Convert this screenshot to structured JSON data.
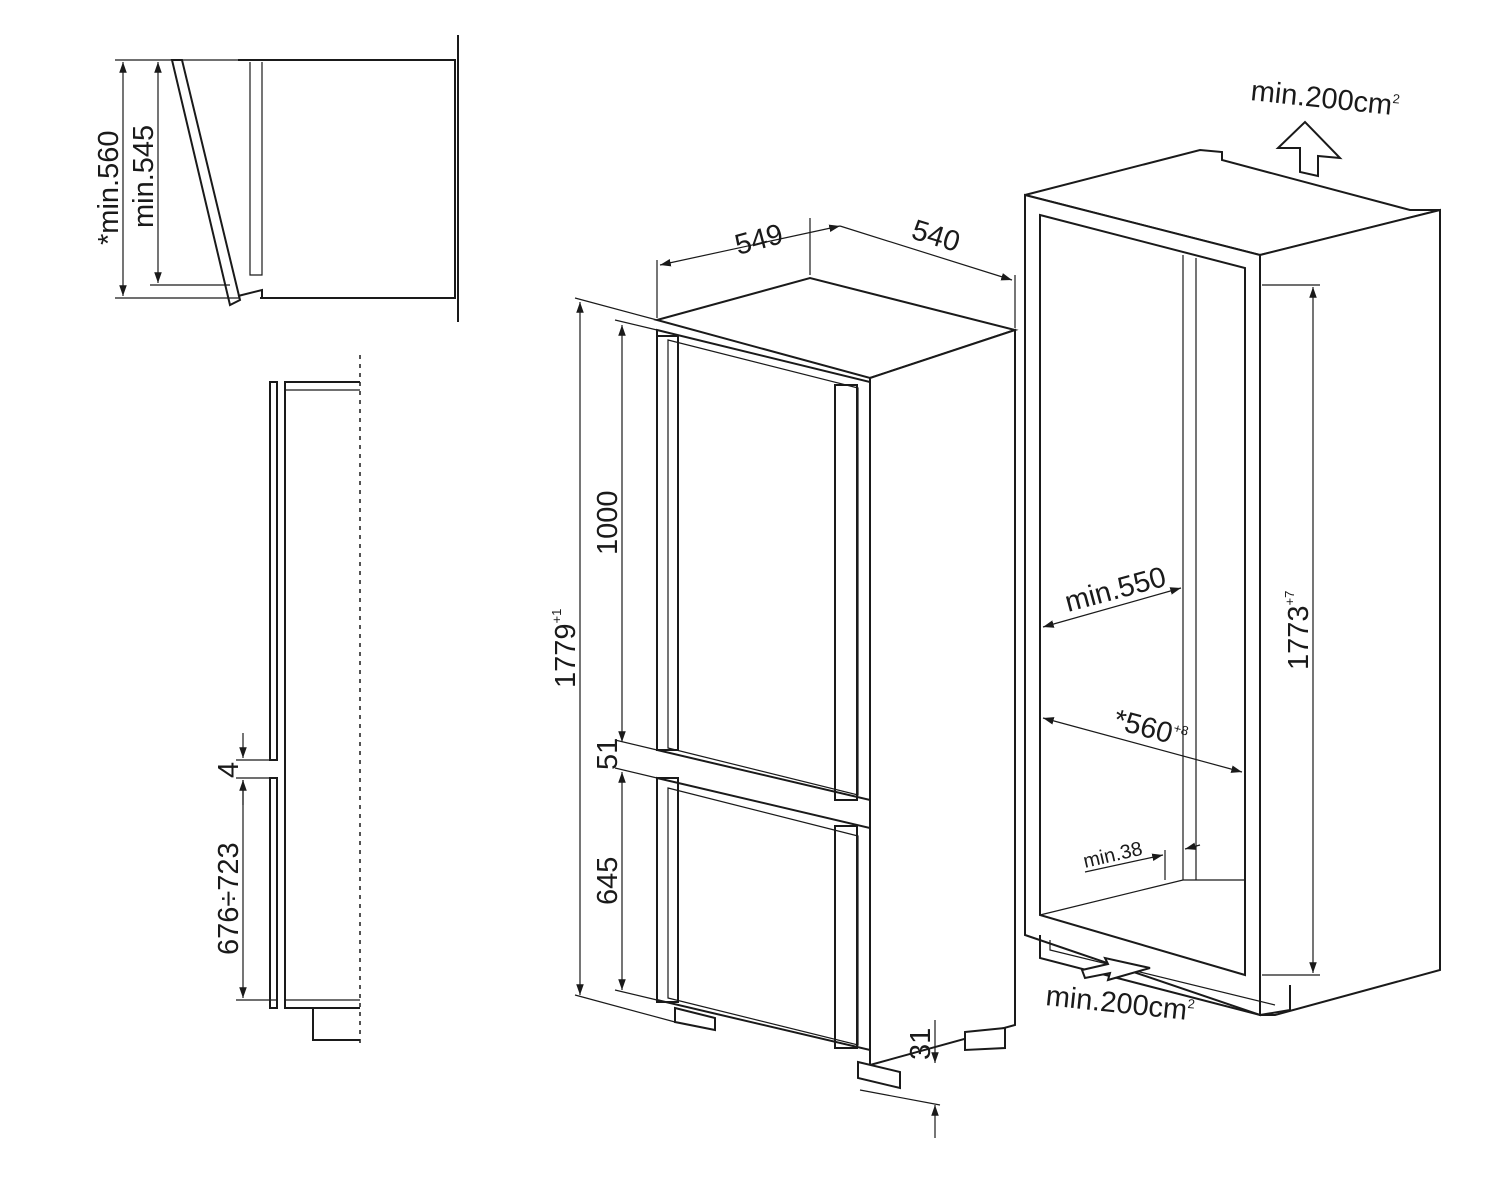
{
  "title": "Built-in fridge-freezer installation dimensions",
  "side_view": {
    "dim_outer": "*min.560",
    "dim_inner": "min.545"
  },
  "door_section": {
    "gap": "4",
    "range": "676÷723"
  },
  "appliance": {
    "depth": "549",
    "width": "540",
    "height": "1779",
    "height_tol": "+1",
    "upper_door": "1000",
    "door_gap": "51",
    "lower_door": "645",
    "feet": "31"
  },
  "niche": {
    "vent_top": "min.200cm",
    "vent_top_sup": "2",
    "min_depth": "min.550",
    "width": "*560",
    "width_tol": "+8",
    "height": "1773",
    "height_tol": "+7",
    "min_gap": "min.38",
    "vent_bottom": "min.200cm",
    "vent_bottom_sup": "2"
  }
}
